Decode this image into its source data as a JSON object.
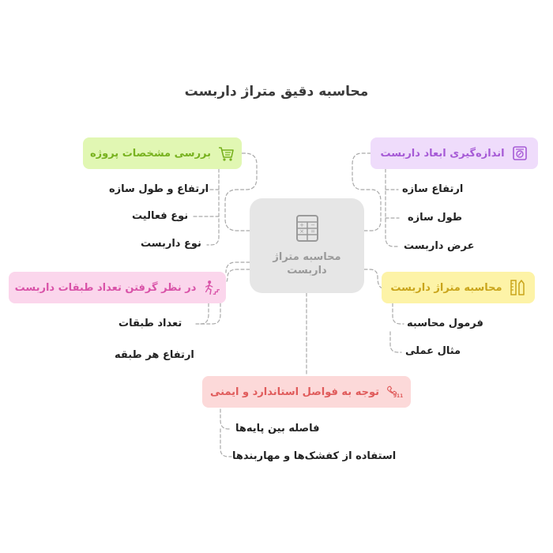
{
  "title": "محاسبه دقیق متراژ داربست",
  "center": {
    "label": "محاسبه متراژ داربست",
    "icon": "calculator-icon"
  },
  "branches": {
    "measure": {
      "label": "اندازه‌گیری ابعاد داربست",
      "icon": "measurement-icon",
      "color": "#efdcfb",
      "text_color": "#a65ad6",
      "items": [
        "ارتفاع سازه",
        "طول سازه",
        "عرض داربست"
      ]
    },
    "project": {
      "label": "بررسی مشخصات پروژه",
      "icon": "cart-checklist-icon",
      "color": "#e1f7b3",
      "text_color": "#78b21f",
      "items": [
        "ارتفاع و طول سازه",
        "نوع فعالیت",
        "نوع داربست"
      ]
    },
    "calc": {
      "label": "محاسبه متراژ داربست",
      "icon": "ruler-pencil-icon",
      "color": "#fdf3a7",
      "text_color": "#c9a41a",
      "items": [
        "فرمول محاسبه",
        "مثال عملی"
      ]
    },
    "floors": {
      "label": "در نظر گرفتن تعداد طبقات داربست",
      "icon": "climbing-stairs-icon",
      "color": "#fbd6ec",
      "text_color": "#d953a8",
      "items": [
        "تعداد طبقات",
        "ارتفاع هر طبقه"
      ]
    },
    "safety": {
      "label": "توجه به فواصل استاندارد و ایمنی",
      "icon": "emergency-phone-icon",
      "color": "#fcd9d9",
      "text_color": "#e05b5b",
      "items": [
        "فاصله بین پایه‌ها",
        "استفاده از کفشک‌ها و مهاربندها"
      ]
    }
  }
}
